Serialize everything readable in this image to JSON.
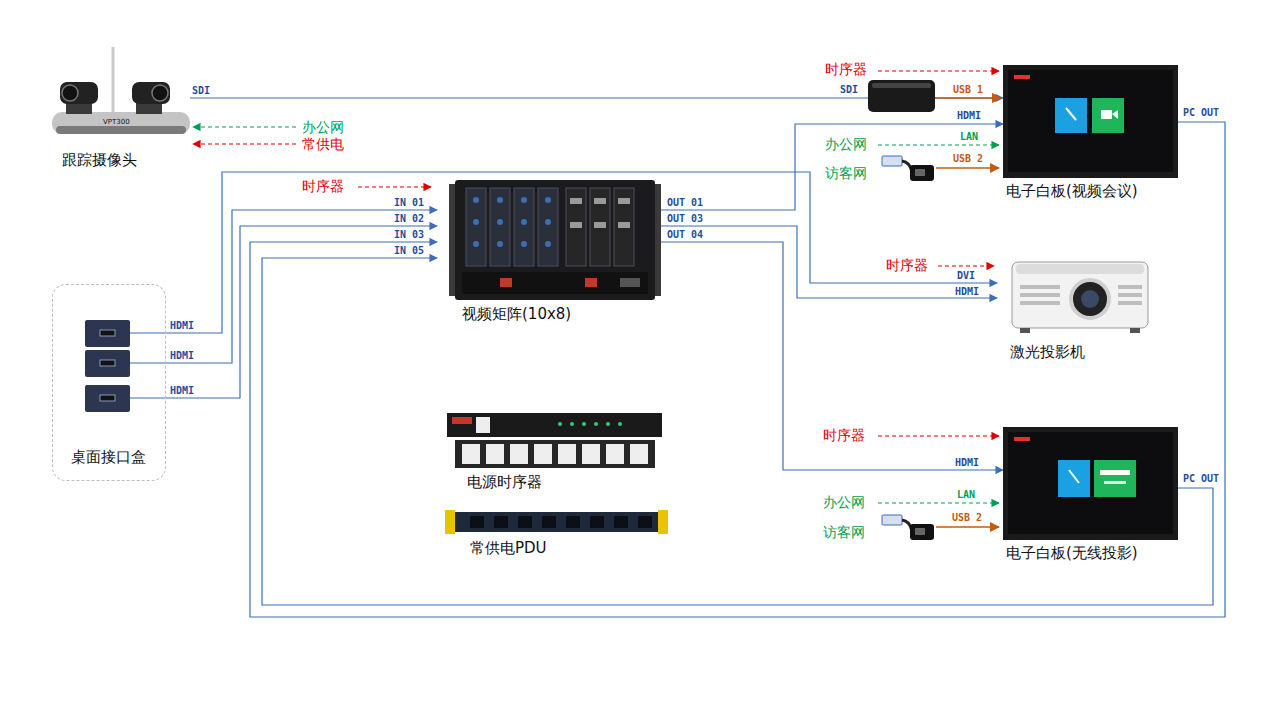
{
  "diagram": {
    "nodes": [
      {
        "text": [
          "跟踪摄像头"
        ]
      },
      {
        "text": [
          "视频矩阵(10x8)"
        ]
      },
      {
        "text": [
          "桌面接口盒"
        ]
      },
      {
        "text": [
          "电源时序器"
        ]
      },
      {
        "text": [
          "常供电PDU"
        ]
      },
      {
        "text": [
          "电子白板(视频会议)"
        ]
      },
      {
        "text": [
          "激光投影机"
        ]
      },
      {
        "text": [
          "电子白板(无线投影)"
        ]
      }
    ],
    "edges": [
      {
        "from": 0,
        "to": 5,
        "label": "SDI",
        "arrow": "to"
      },
      {
        "from": 2,
        "to": 6,
        "label": "HDMI",
        "arrow": "to"
      },
      {
        "from": 2,
        "to": 1,
        "label": "HDMI",
        "arrow": "to"
      },
      {
        "from": 2,
        "to": 1,
        "label": "HDMI",
        "arrow": "to"
      },
      {
        "from": 5,
        "to": 1,
        "label": "PC OUT",
        "arrow": "to"
      },
      {
        "from": 7,
        "to": 1,
        "label": "PC OUT",
        "arrow": "to"
      },
      {
        "from": 1,
        "to": 5,
        "label": "OUT 01",
        "arrow": "to"
      },
      {
        "from": 1,
        "to": 6,
        "label": "OUT 03",
        "arrow": "to"
      },
      {
        "from": 1,
        "to": 7,
        "label": "OUT 04",
        "arrow": "to"
      }
    ],
    "labels": [
      "VPT300",
      "办公网",
      "常供电",
      "时序器",
      "IN 01",
      "IN 02",
      "IN 03",
      "IN 05",
      "时序器",
      "SDI",
      "USB 1",
      "HDMI",
      "办公网",
      "LAN",
      "访客网",
      "USB 2",
      "时序器",
      "DVI",
      "HDMI",
      "时序器",
      "HDMI",
      "办公网",
      "LAN",
      "访客网",
      "USB 2"
    ]
  }
}
